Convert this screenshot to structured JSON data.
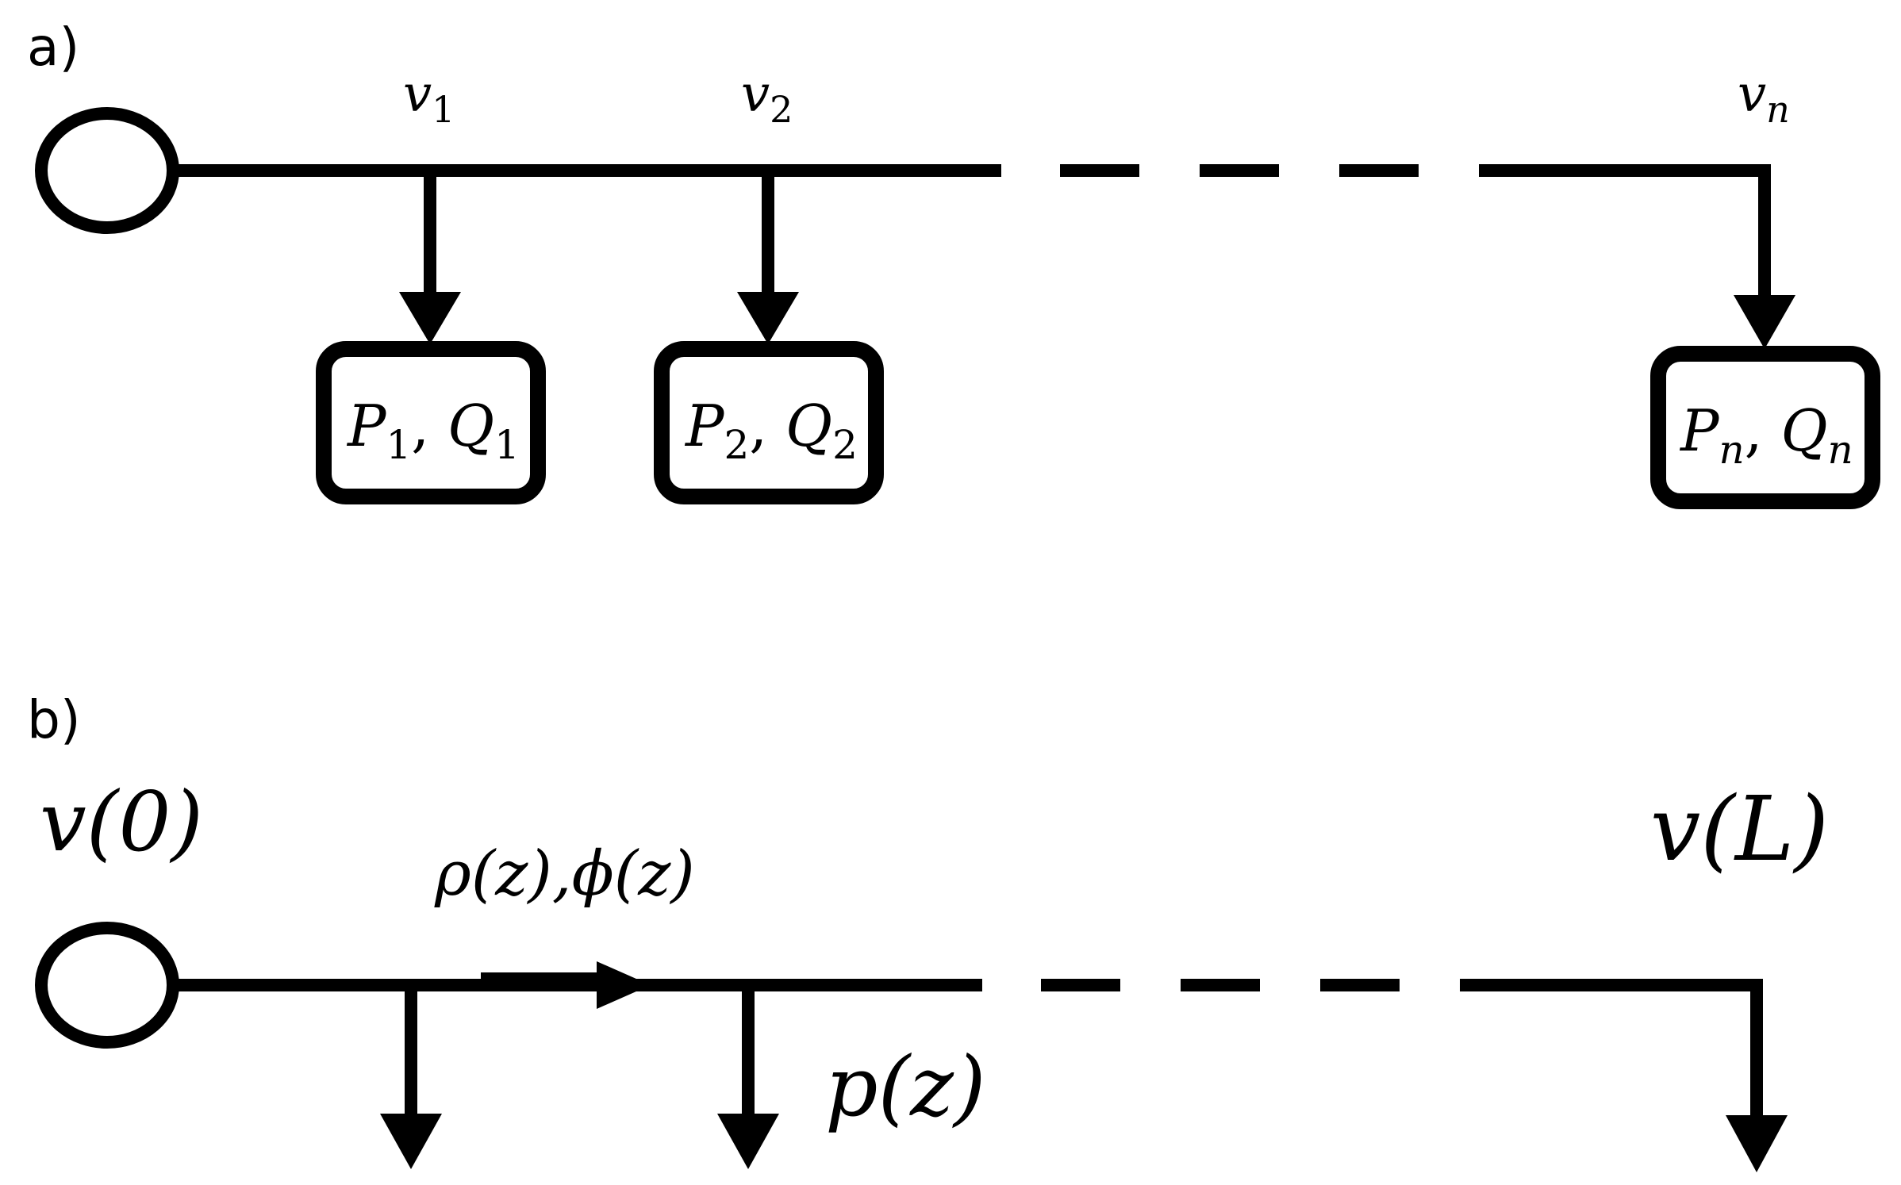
{
  "panel_a": {
    "label": "a)",
    "nodes": [
      {
        "voltage_var": "v",
        "voltage_sub": "1",
        "load_p": "P",
        "load_p_sub": "1",
        "load_q": "Q",
        "load_q_sub": "1"
      },
      {
        "voltage_var": "v",
        "voltage_sub": "2",
        "load_p": "P",
        "load_p_sub": "2",
        "load_q": "Q",
        "load_q_sub": "2"
      },
      {
        "voltage_var": "v",
        "voltage_sub": "n",
        "load_p": "P",
        "load_p_sub": "n",
        "load_q": "Q",
        "load_q_sub": "n"
      }
    ]
  },
  "panel_b": {
    "label": "b)",
    "source_voltage": "v(0)",
    "end_voltage": "v(L)",
    "line_params": "ρ(z),ϕ(z)",
    "load_density": "p(z)"
  },
  "colors": {
    "stroke": "#000000",
    "background": "#ffffff"
  }
}
